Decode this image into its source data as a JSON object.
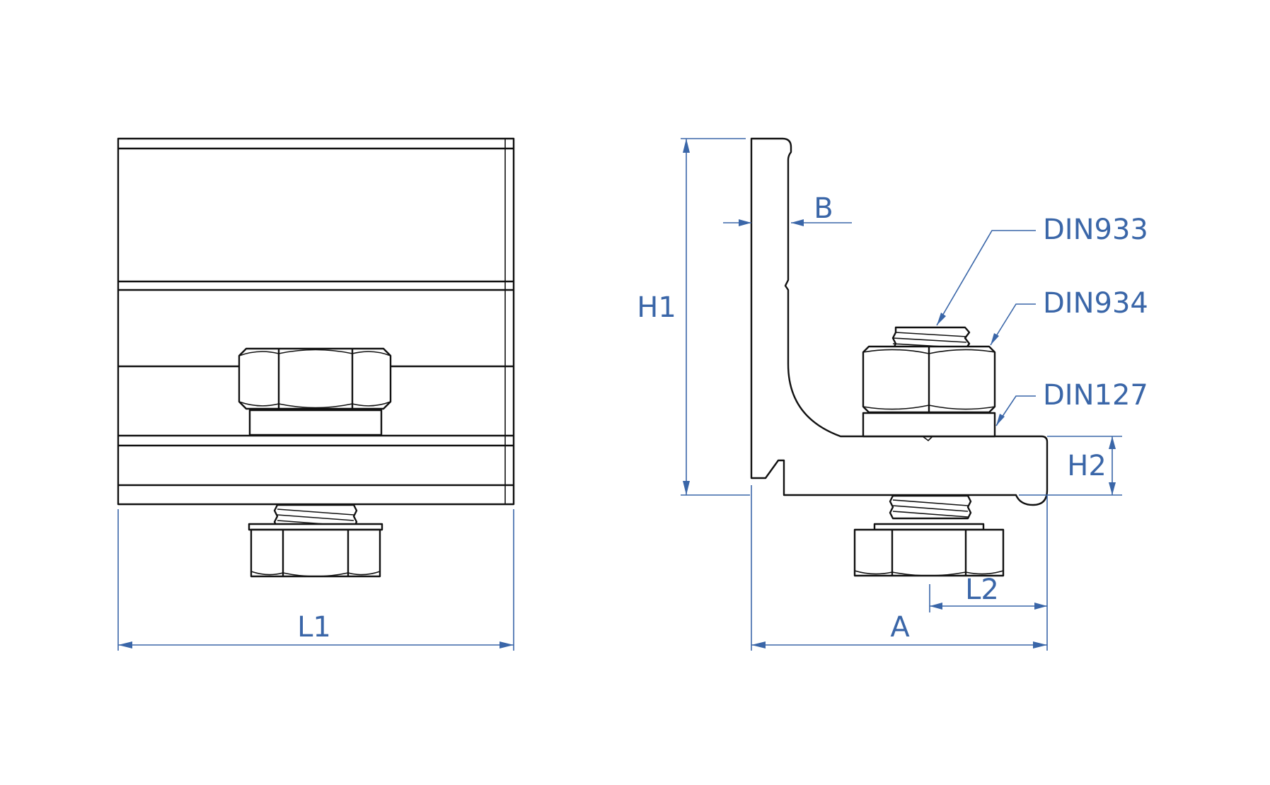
{
  "dimensions": {
    "l1": "L1",
    "h1": "H1",
    "b": "B",
    "h2": "H2",
    "l2": "L2",
    "a": "A"
  },
  "callouts": {
    "bolt": "DIN933",
    "nut": "DIN934",
    "washer": "DIN127"
  },
  "colors": {
    "dimension": "#3a66a8",
    "outline": "#111111"
  }
}
